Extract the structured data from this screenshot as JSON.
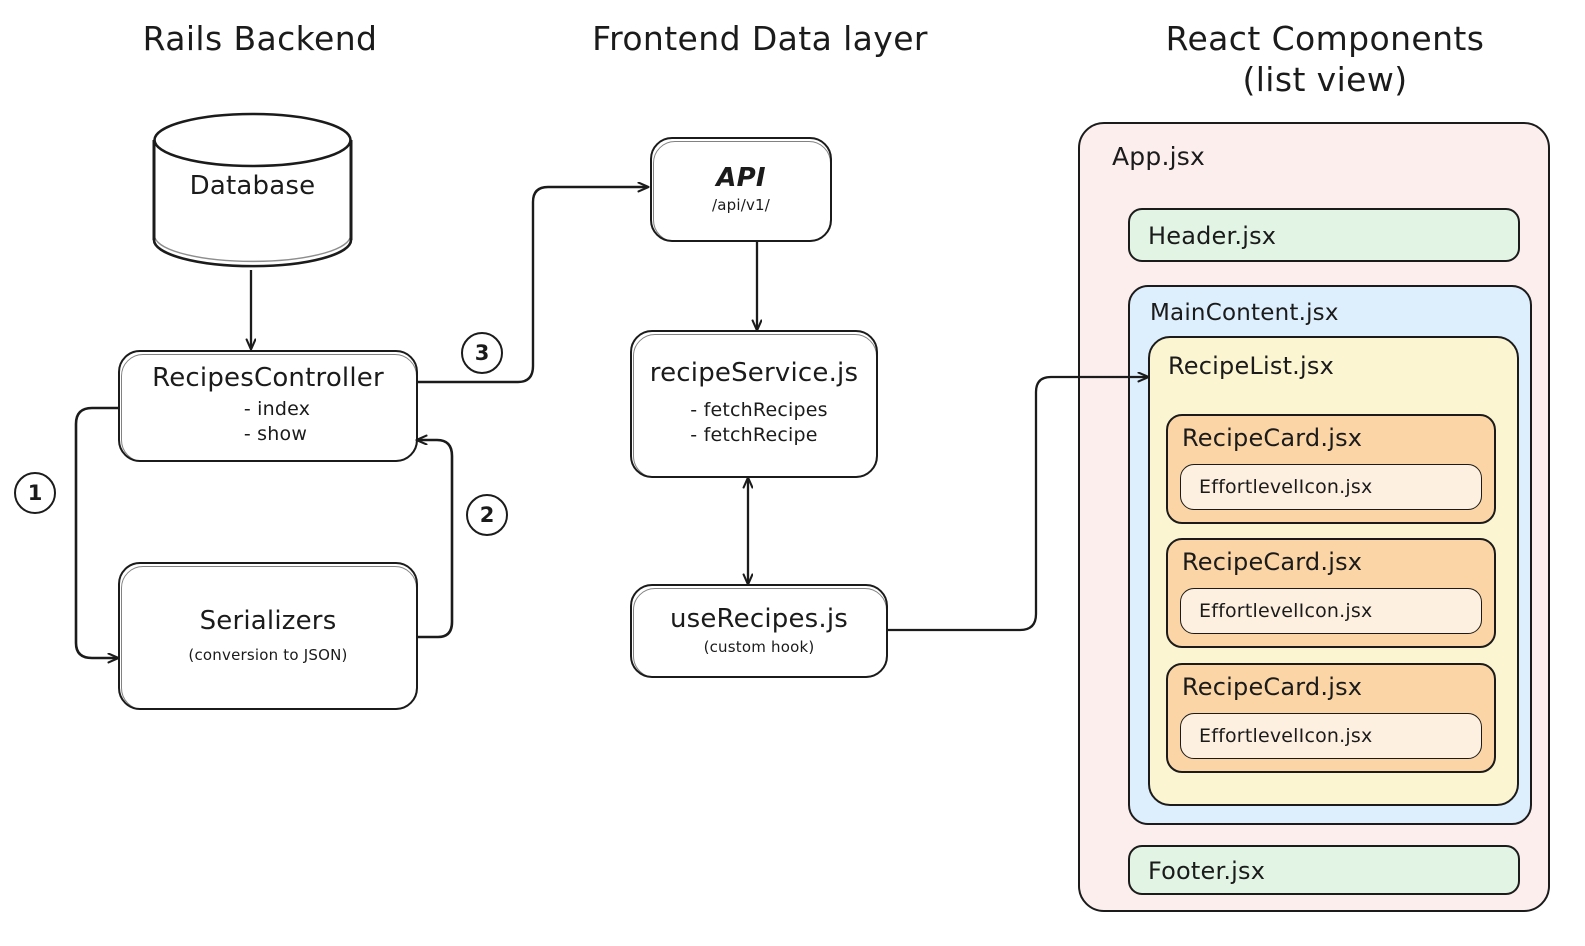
{
  "columns": [
    {
      "key": "rails",
      "title": "Rails Backend"
    },
    {
      "key": "frontend",
      "title": "Frontend Data layer"
    },
    {
      "key": "react",
      "title": "React Components\n(list view)"
    }
  ],
  "rails": {
    "database": {
      "label": "Database"
    },
    "controller": {
      "title": "RecipesController",
      "methods": [
        "- index",
        "- show"
      ]
    },
    "serializers": {
      "title": "Serializers",
      "subtitle": "(conversion to JSON)"
    },
    "steps": [
      {
        "number": "1"
      },
      {
        "number": "2"
      },
      {
        "number": "3"
      }
    ]
  },
  "frontend": {
    "api": {
      "title": "API",
      "subtitle": "/api/v1/"
    },
    "service": {
      "title": "recipeService.js",
      "methods": [
        "- fetchRecipes",
        "- fetchRecipe"
      ]
    },
    "hook": {
      "title": "useRecipes.js",
      "subtitle": "(custom hook)"
    }
  },
  "react": {
    "app": {
      "label": "App.jsx",
      "color": "#fdeeee"
    },
    "header": {
      "label": "Header.jsx",
      "color": "#e2f5e5"
    },
    "main": {
      "label": "MainContent.jsx",
      "color": "#ddeefc"
    },
    "list": {
      "label": "RecipeList.jsx",
      "color": "#fcf5d2"
    },
    "cards": [
      {
        "label": "RecipeCard.jsx",
        "color": "#fbd5a5",
        "child": {
          "label": "EffortlevelIcon.jsx",
          "color": "#fdf0e0"
        }
      },
      {
        "label": "RecipeCard.jsx",
        "color": "#fbd5a5",
        "child": {
          "label": "EffortlevelIcon.jsx",
          "color": "#fdf0e0"
        }
      },
      {
        "label": "RecipeCard.jsx",
        "color": "#fbd5a5",
        "child": {
          "label": "EffortlevelIcon.jsx",
          "color": "#fdf0e0"
        }
      }
    ],
    "footer": {
      "label": "Footer.jsx",
      "color": "#e2f5e5"
    }
  },
  "palette": {
    "ink": "#1b1b1b",
    "canvas": "#ffffff"
  }
}
